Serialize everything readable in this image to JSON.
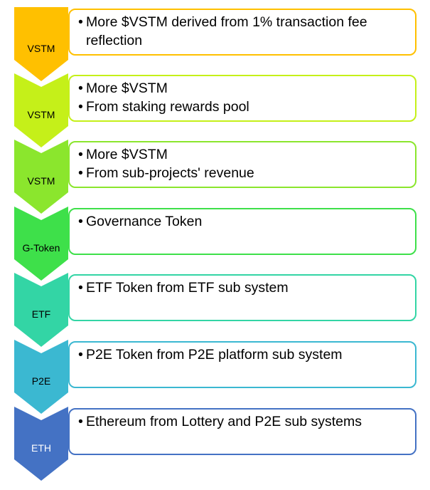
{
  "rows": [
    {
      "label": "VSTM",
      "color": "#ffc000",
      "label_color": "#000000",
      "bullets": [
        "More $VSTM derived from 1% transaction fee reflection"
      ]
    },
    {
      "label": "VSTM",
      "color": "#c5f019",
      "label_color": "#000000",
      "bullets": [
        "More $VSTM",
        "From staking rewards pool"
      ]
    },
    {
      "label": "VSTM",
      "color": "#8be62d",
      "label_color": "#000000",
      "bullets": [
        "More $VSTM",
        "From sub-projects' revenue"
      ]
    },
    {
      "label": "G-Token",
      "color": "#3ee04a",
      "label_color": "#000000",
      "bullets": [
        "Governance Token"
      ]
    },
    {
      "label": "ETF",
      "color": "#33d5a5",
      "label_color": "#000000",
      "bullets": [
        "ETF Token from ETF sub system"
      ]
    },
    {
      "label": "P2E",
      "color": "#3bb8d1",
      "label_color": "#000000",
      "bullets": [
        "P2E Token from P2E platform sub system"
      ]
    },
    {
      "label": "ETH",
      "color": "#4472c4",
      "label_color": "#ffffff",
      "bullets": [
        "Ethereum from Lottery and P2E sub systems"
      ]
    }
  ]
}
